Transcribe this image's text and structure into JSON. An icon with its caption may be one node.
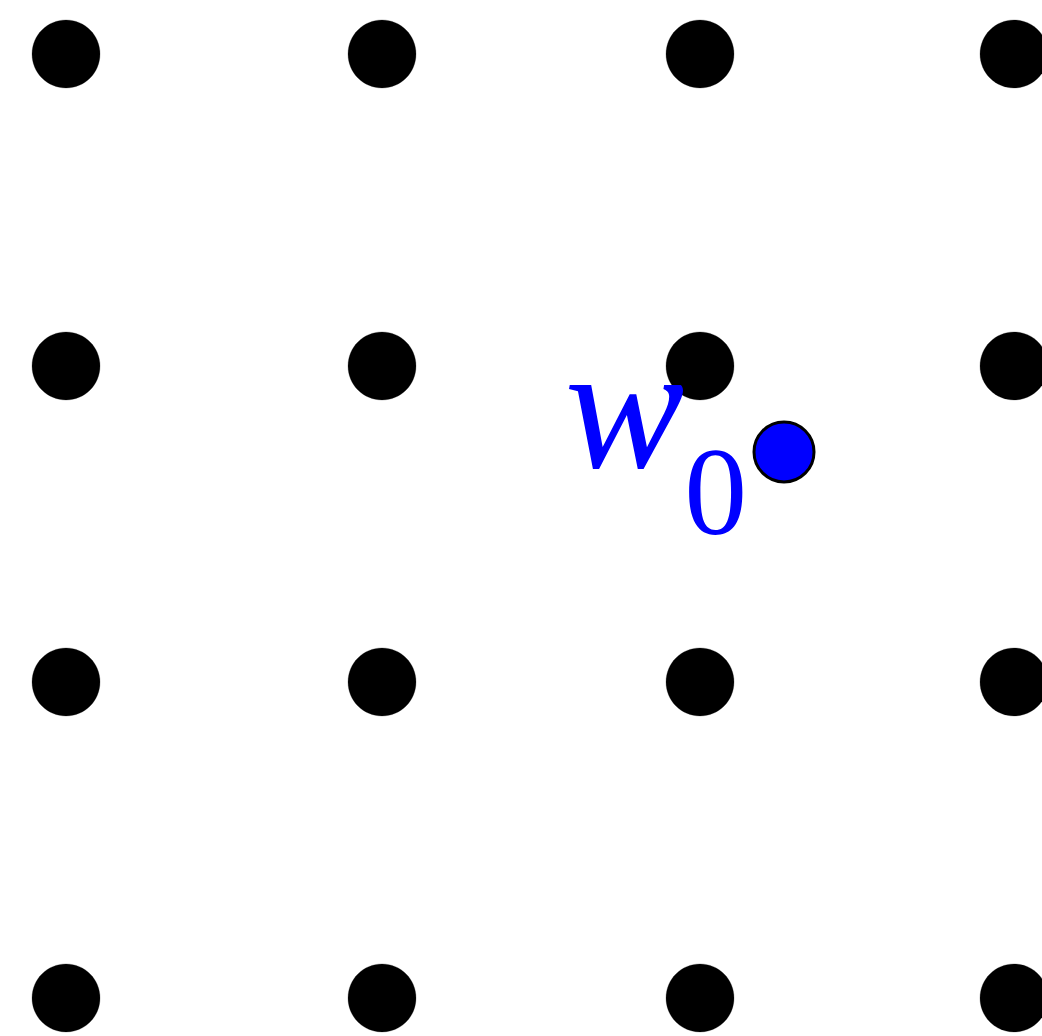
{
  "diagram": {
    "nodes": [
      {
        "text": [],
        "shape": "circle"
      },
      {
        "text": [],
        "shape": "circle"
      },
      {
        "text": [],
        "shape": "circle"
      },
      {
        "text": [],
        "shape": "circle"
      },
      {
        "text": [],
        "shape": "circle"
      },
      {
        "text": [],
        "shape": "circle"
      },
      {
        "text": [],
        "shape": "circle"
      },
      {
        "text": [],
        "shape": "circle"
      },
      {
        "text": [],
        "shape": "circle"
      },
      {
        "text": [],
        "shape": "circle"
      },
      {
        "text": [],
        "shape": "circle"
      },
      {
        "text": [],
        "shape": "circle"
      },
      {
        "text": [],
        "shape": "circle"
      },
      {
        "text": [],
        "shape": "circle"
      },
      {
        "text": [],
        "shape": "circle"
      },
      {
        "text": [],
        "shape": "circle"
      },
      {
        "text": [],
        "shape": "circle",
        "beside": [
          "*w*$_{0}$"
        ]
      }
    ]
  }
}
